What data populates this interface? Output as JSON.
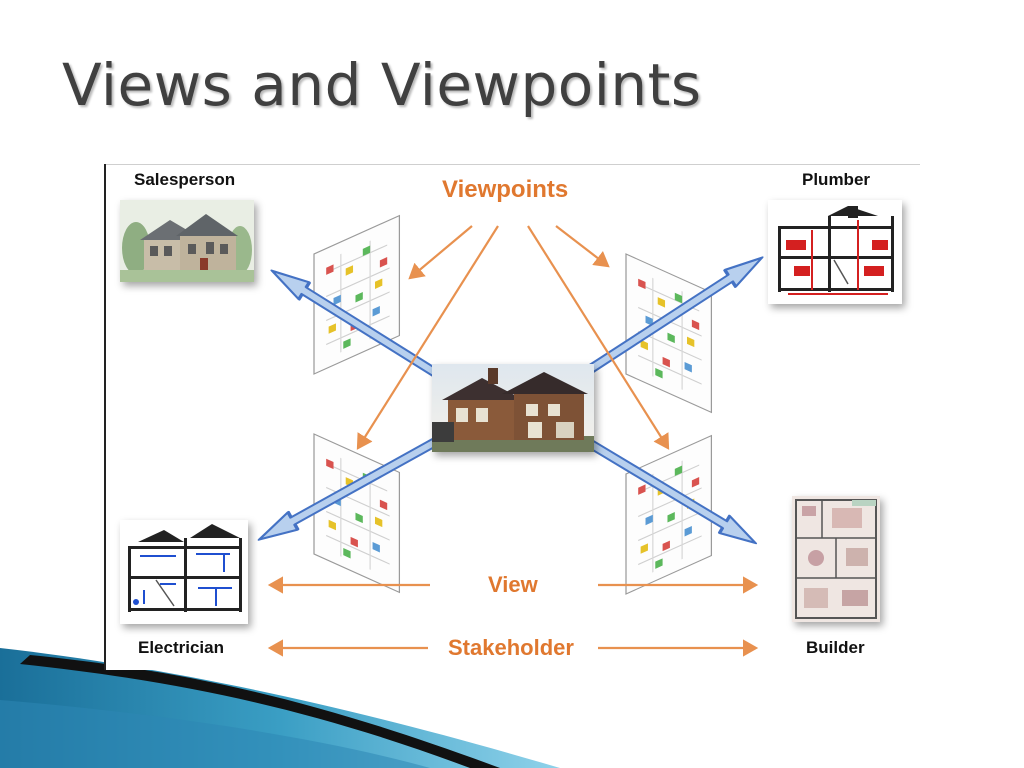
{
  "slide": {
    "title": "Views and Viewpoints"
  },
  "diagram": {
    "viewpoints_label": "Viewpoints",
    "view_label": "View",
    "stakeholder_label": "Stakeholder",
    "stakeholders": {
      "salesperson": "Salesperson",
      "plumber": "Plumber",
      "electrician": "Electrician",
      "builder": "Builder"
    }
  },
  "colors": {
    "accent_orange": "#e0782f",
    "arrow_blue_fill": "#b8d0ee",
    "arrow_blue_stroke": "#4472c4",
    "title_gray": "#404040"
  }
}
